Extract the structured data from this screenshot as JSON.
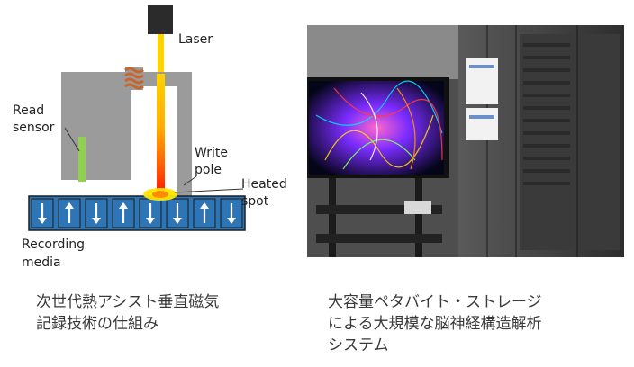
{
  "diagram": {
    "labels": {
      "laser": "Laser",
      "read_sensor_1": "Read",
      "read_sensor_2": "sensor",
      "write_pole_1": "Write",
      "write_pole_2": "pole",
      "heated_spot_1": "Heated",
      "heated_spot_2": "spot",
      "recording_media_1": "Recording",
      "recording_media_2": "media"
    },
    "media_bits": [
      "down",
      "up",
      "down",
      "up",
      "down",
      "down",
      "up",
      "down"
    ],
    "colors": {
      "head": "#999999",
      "media": "#2e75b6",
      "read_sensor": "#8fd14f",
      "laser_beam": "#ffd200",
      "heated_spot": "#ff2a00"
    }
  },
  "captions": {
    "left": "次世代熱アシスト垂直磁気\n記録技術の仕組み",
    "right": "大容量ペタバイト・ストレージ\nによる大規模な脳神経構造解析\nシステム"
  }
}
